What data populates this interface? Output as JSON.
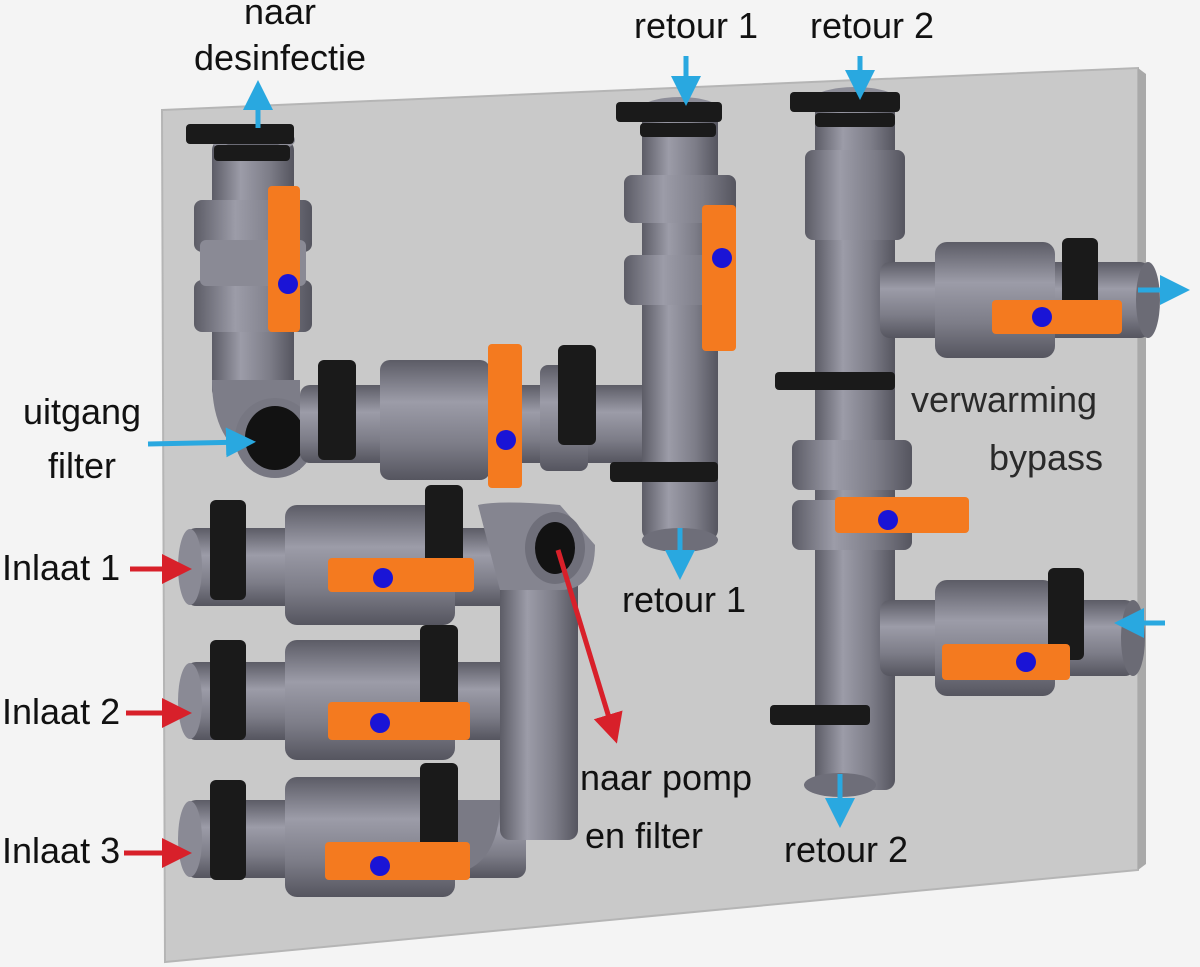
{
  "colors": {
    "panel": "#c9c9c9",
    "pipe": "#7b7b86",
    "pipe_dark": "#5a5a64",
    "pipe_light": "#9a9aa6",
    "handle": "#f47a1f",
    "handle_dot": "#1a14d6",
    "bracket": "#1a1a1a",
    "arrow_blue": "#29a8e0",
    "arrow_red": "#d8202a"
  },
  "labels": {
    "naar_desinfectie_1": "naar",
    "naar_desinfectie_2": "desinfectie",
    "retour1_top": "retour 1",
    "retour2_top": "retour 2",
    "uitgang_1": "uitgang",
    "uitgang_2": "filter",
    "inlaat1": "Inlaat 1",
    "inlaat2": "Inlaat 2",
    "inlaat3": "Inlaat 3",
    "retour1_bottom": "retour 1",
    "verwarming_1": "verwarming",
    "verwarming_2": "bypass",
    "pomp_1": "naar pomp",
    "pomp_2": "en filter",
    "retour2_bottom": "retour 2"
  },
  "icons": {
    "valve_handle": "ball-valve-handle-icon",
    "arrow": "flow-arrow-icon"
  }
}
